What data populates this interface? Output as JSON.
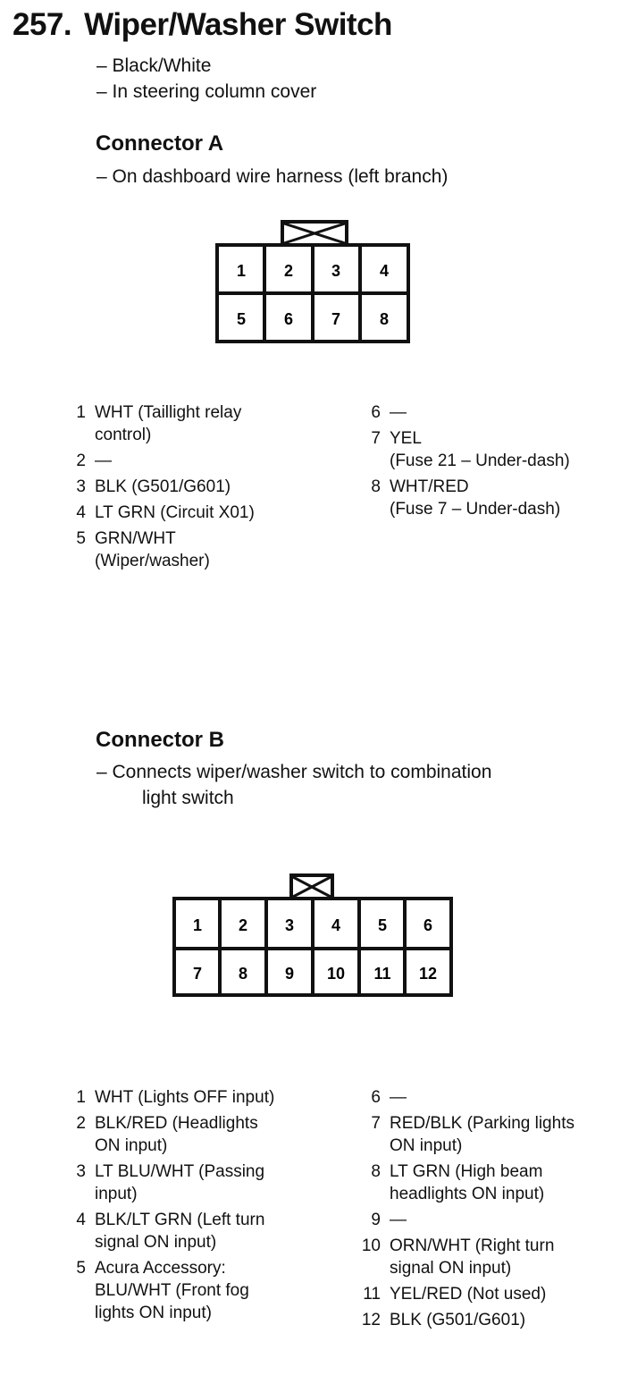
{
  "header": {
    "number": "257.",
    "title": "Wiper/Washer Switch",
    "notes": [
      "– Black/White",
      "– In steering column cover"
    ]
  },
  "connector_a": {
    "heading": "Connector A",
    "location": "– On dashboard wire harness (left branch)",
    "cells_top": [
      "1",
      "2",
      "3",
      "4"
    ],
    "cells_bottom": [
      "5",
      "6",
      "7",
      "8"
    ],
    "pins_left": [
      {
        "n": "1",
        "t": "WHT (Taillight relay\ncontrol)"
      },
      {
        "n": "2",
        "t": "—"
      },
      {
        "n": "3",
        "t": "BLK (G501/G601)"
      },
      {
        "n": "4",
        "t": "LT GRN (Circuit X01)"
      },
      {
        "n": "5",
        "t": "GRN/WHT\n(Wiper/washer)"
      }
    ],
    "pins_right": [
      {
        "n": "6",
        "t": "—"
      },
      {
        "n": "7",
        "t": "YEL\n(Fuse 21 – Under-dash)"
      },
      {
        "n": "8",
        "t": "WHT/RED\n(Fuse 7 – Under-dash)"
      }
    ]
  },
  "connector_b": {
    "heading": "Connector B",
    "location": "– Connects wiper/washer switch  to combination",
    "location_cont": "light switch",
    "cells_top": [
      "1",
      "2",
      "3",
      "4",
      "5",
      "6"
    ],
    "cells_bottom": [
      "7",
      "8",
      "9",
      "10",
      "11",
      "12"
    ],
    "pins_left": [
      {
        "n": "1",
        "t": "WHT (Lights OFF input)"
      },
      {
        "n": "2",
        "t": "BLK/RED (Headlights\nON input)"
      },
      {
        "n": "3",
        "t": "LT BLU/WHT (Passing\ninput)"
      },
      {
        "n": "4",
        "t": "BLK/LT GRN (Left turn\nsignal ON input)"
      },
      {
        "n": "5",
        "t": "Acura Accessory:\nBLU/WHT (Front fog\nlights ON input)"
      }
    ],
    "pins_right": [
      {
        "n": "6",
        "t": "—"
      },
      {
        "n": "7",
        "t": "RED/BLK (Parking lights\nON input)"
      },
      {
        "n": "8",
        "t": "LT GRN (High beam\nheadlights ON input)"
      },
      {
        "n": "9",
        "t": "—"
      },
      {
        "n": "10",
        "t": "ORN/WHT (Right turn\nsignal ON input)"
      },
      {
        "n": "11",
        "t": "YEL/RED (Not used)"
      },
      {
        "n": "12",
        "t": "BLK (G501/G601)"
      }
    ]
  }
}
